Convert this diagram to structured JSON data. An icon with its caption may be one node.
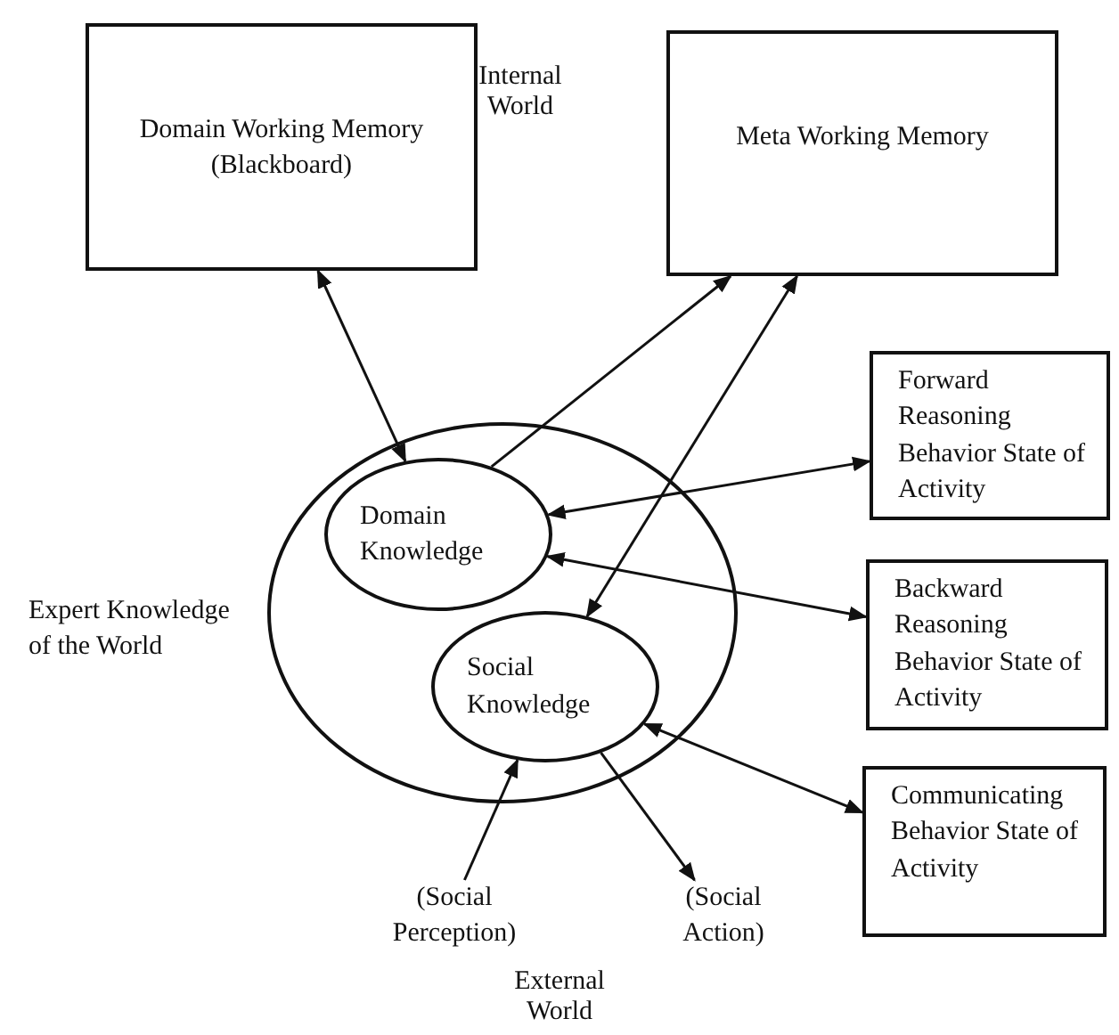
{
  "diagram": {
    "nodes": [
      {
        "text": [
          "Domain Working Memory (Blackboard)"
        ]
      },
      {
        "text": [
          "Meta Working Memory"
        ]
      },
      {
        "text": [
          "Forward Reasoning Behavior State of Activity"
        ]
      },
      {
        "text": [
          "Expert Knowledge of the World"
        ]
      },
      {
        "text": [
          "Domain Knowledge"
        ],
        "in": 3
      },
      {
        "text": [
          "Social Knowledge"
        ],
        "in": 3
      },
      {
        "text": [
          "Backward Reasoning Behavior State of Activity"
        ]
      },
      {
        "text": [
          "Communicating Behavior State of Activity"
        ]
      },
      {
        "text": [
          "(Social Perception)"
        ]
      },
      {
        "text": [
          "(Social Action)"
        ]
      }
    ],
    "edges": [
      {
        "from": 0,
        "to": 4,
        "arrow": "both"
      },
      {
        "from": 4,
        "to": 1,
        "arrow": "to"
      },
      {
        "from": 1,
        "to": 5,
        "arrow": "both"
      },
      {
        "from": 2,
        "to": 4,
        "arrow": "both"
      },
      {
        "from": 4,
        "to": 6,
        "arrow": "both"
      },
      {
        "from": 5,
        "to": 7,
        "arrow": "both"
      },
      {
        "from": 8,
        "to": 5,
        "arrow": "to"
      },
      {
        "from": 5,
        "to": 9,
        "arrow": "to"
      }
    ],
    "labels": [
      "Internal World",
      "External World"
    ]
  }
}
